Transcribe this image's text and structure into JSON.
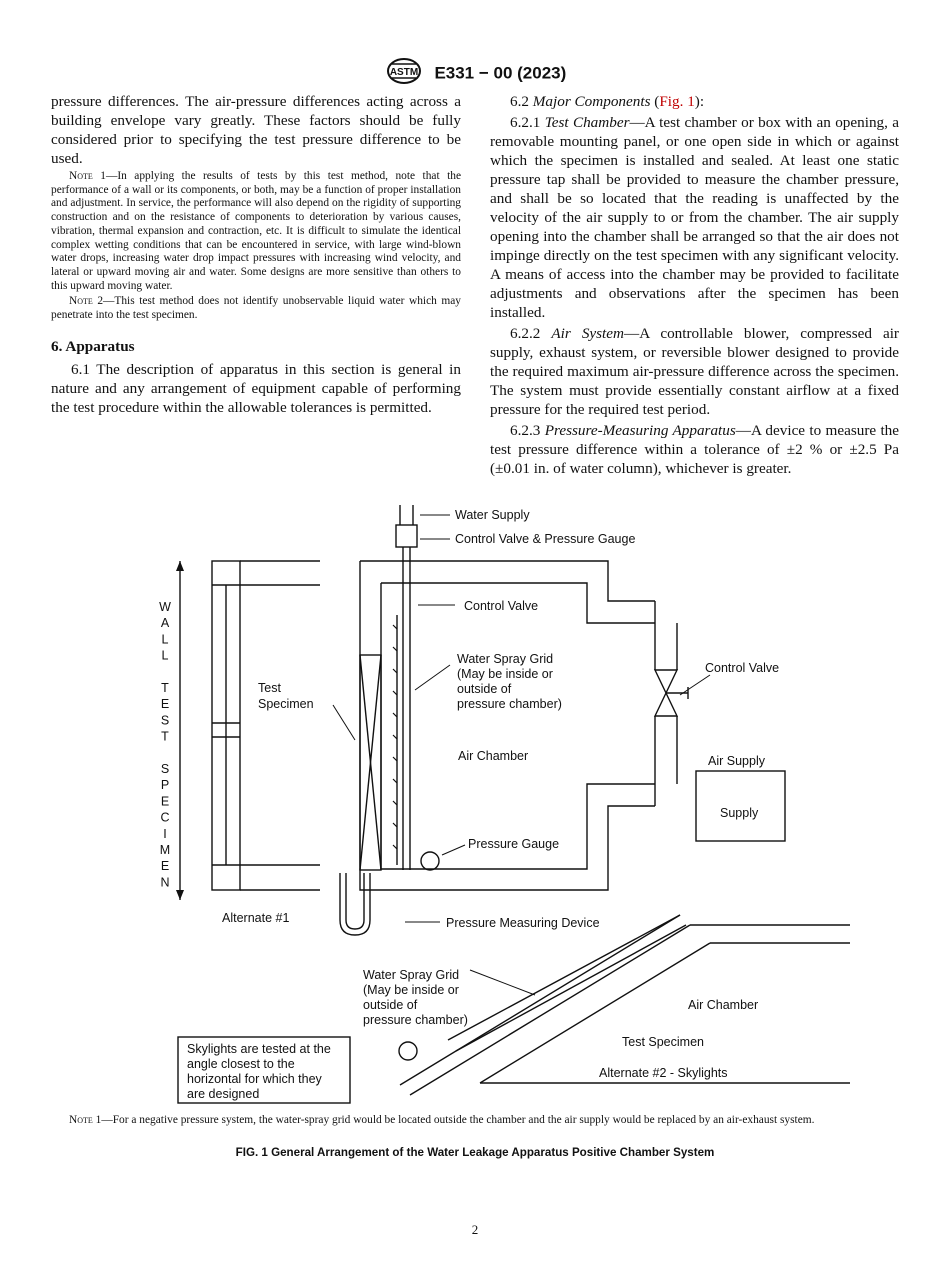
{
  "header": {
    "code": "E331 − 00 (2023)",
    "logo": "astm-logo-icon"
  },
  "left": {
    "p1": "pressure differences. The air-pressure differences acting across a building envelope vary greatly. These factors should be fully considered prior to specifying the test pressure difference to be used.",
    "note1_label": "Note 1",
    "note1": "—In applying the results of tests by this test method, note that the performance of a wall or its components, or both, may be a function of proper installation and adjustment. In service, the performance will also depend on the rigidity of supporting construction and on the resistance of components to deterioration by various causes, vibration, thermal expansion and contraction, etc. It is difficult to simulate the identical complex wetting conditions that can be encountered in service, with large wind-blown water drops, increasing water drop impact pressures with increasing wind velocity, and lateral or upward moving air and water. Some designs are more sensitive than others to this upward moving water.",
    "note2_label": "Note 2",
    "note2": "—This test method does not identify unobservable liquid water which may penetrate into the test specimen.",
    "heading": "6. Apparatus",
    "p61": "6.1 The description of apparatus in this section is general in nature and any arrangement of equipment capable of performing the test procedure within the allowable tolerances is permitted."
  },
  "right": {
    "p62_num": "6.2",
    "p62_title": "Major Components",
    "p62_link": "Fig. 1",
    "p621_num": "6.2.1",
    "p621_title": "Test Chamber",
    "p621": "—A test chamber or box with an opening, a removable mounting panel, or one open side in which or against which the specimen is installed and sealed. At least one static pressure tap shall be provided to measure the chamber pressure, and shall be so located that the reading is unaffected by the velocity of the air supply to or from the chamber. The air supply opening into the chamber shall be arranged so that the air does not impinge directly on the test specimen with any significant velocity. A means of access into the chamber may be provided to facilitate adjustments and observations after the specimen has been installed.",
    "p622_num": "6.2.2",
    "p622_title": "Air System",
    "p622": "—A controllable blower, compressed air supply, exhaust system, or reversible blower designed to provide the required maximum air-pressure difference across the specimen. The system must provide essentially constant airflow at a fixed pressure for the required test period.",
    "p623_num": "6.2.3",
    "p623_title": "Pressure-Measuring Apparatus",
    "p623": "—A device to measure the test pressure difference within a tolerance of ±2 % or ±2.5 Pa (±0.01 in. of water column), whichever is greater."
  },
  "figure": {
    "water_supply": "Water Supply",
    "control_valve_gauge": "Control Valve & Pressure Gauge",
    "control_valve_top": "Control Valve",
    "wall_letters": [
      "W",
      "A",
      "L",
      "L",
      "",
      "T",
      "E",
      "S",
      "T",
      "",
      "S",
      "P",
      "E",
      "C",
      "I",
      "M",
      "E",
      "N"
    ],
    "test_specimen_1": "Test",
    "test_specimen_2": "Specimen",
    "spray_grid_1": "Water Spray Grid",
    "spray_grid_2": "(May be inside or",
    "spray_grid_3": "outside of",
    "spray_grid_4": "pressure chamber)",
    "control_valve_right": "Control Valve",
    "air_chamber": "Air Chamber",
    "air_supply": "Air Supply",
    "supply": "Supply",
    "pressure_gauge": "Pressure Gauge",
    "alternate1": "Alternate #1",
    "pressure_measuring": "Pressure Measuring Device",
    "spray_grid2_1": "Water Spray Grid",
    "spray_grid2_2": "(May be inside or",
    "spray_grid2_3": "outside of",
    "spray_grid2_4": "pressure chamber)",
    "air_chamber2": "Air Chamber",
    "test_specimen_sky": "Test Specimen",
    "alternate2": "Alternate #2 - Skylights",
    "box_1": "Skylights are tested at the",
    "box_2": "angle closest to the",
    "box_3": "horizontal for which they",
    "box_4": "are designed"
  },
  "fignote_label": "Note 1",
  "fignote": "—For a negative pressure system, the water-spray grid would be located outside the chamber and the air supply would be replaced by an air-exhaust system.",
  "caption": "FIG. 1 General Arrangement of the Water Leakage Apparatus Positive Chamber System",
  "page_number": "2"
}
